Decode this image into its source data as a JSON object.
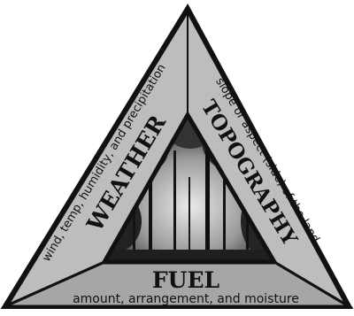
{
  "diagram": {
    "sides": {
      "weather": {
        "heading": "WEATHER",
        "description": "wind, temp, humidity, and precipitation"
      },
      "topography": {
        "heading": "TOPOGRAPHY",
        "description": "slope or aspect (side) of the land"
      },
      "fuel": {
        "heading": "FUEL",
        "description": "amount, arrangement, and moisture"
      }
    },
    "colors": {
      "outline": "#111111",
      "outer_panel": "#bdbdbd",
      "bottom_panel": "#a6a6a6",
      "center_photo_dark": "#1c1c1c",
      "center_photo_light": "#d9d9d9"
    }
  }
}
